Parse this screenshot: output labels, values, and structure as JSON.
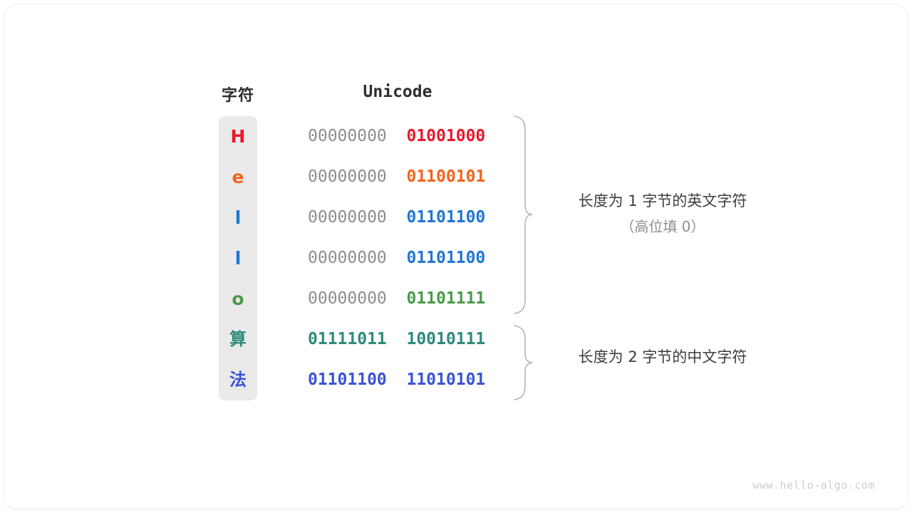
{
  "figure": {
    "headers": {
      "char_label": "字符",
      "unicode_label": "Unicode"
    },
    "rows": [
      {
        "glyph": "H",
        "glyph_color": "#e8192c",
        "high_byte": "00000000",
        "low_byte": "01001000",
        "bits_color": "#e8192c",
        "is_cjk": false
      },
      {
        "glyph": "e",
        "glyph_color": "#f2641b",
        "high_byte": "00000000",
        "low_byte": "01100101",
        "bits_color": "#f2641b",
        "is_cjk": false
      },
      {
        "glyph": "l",
        "glyph_color": "#2176d2",
        "high_byte": "00000000",
        "low_byte": "01101100",
        "bits_color": "#2176d2",
        "is_cjk": false
      },
      {
        "glyph": "l",
        "glyph_color": "#2176d2",
        "high_byte": "00000000",
        "low_byte": "01101100",
        "bits_color": "#2176d2",
        "is_cjk": false
      },
      {
        "glyph": "o",
        "glyph_color": "#4a9a4a",
        "high_byte": "00000000",
        "low_byte": "01101111",
        "bits_color": "#4a9a4a",
        "is_cjk": false
      },
      {
        "glyph": "算",
        "glyph_color": "#2e8b7a",
        "high_byte": "01111011",
        "low_byte": "10010111",
        "bits_color": "#2e8b7a",
        "is_cjk": true
      },
      {
        "glyph": "法",
        "glyph_color": "#3b53d4",
        "high_byte": "01101100",
        "low_byte": "11010101",
        "bits_color": "#3b53d4",
        "is_cjk": true
      }
    ],
    "annotations": [
      {
        "main": "长度为 1 字节的英文字符",
        "sub": "（高位填 0）"
      },
      {
        "main": "长度为 2 字节的中文字符",
        "sub": ""
      }
    ],
    "padding_note_color": "#8d8d8d",
    "column_bg_color": "#eaeaea",
    "brace_color": "#b5b5b5",
    "watermark": "www.hello-algo.com"
  }
}
